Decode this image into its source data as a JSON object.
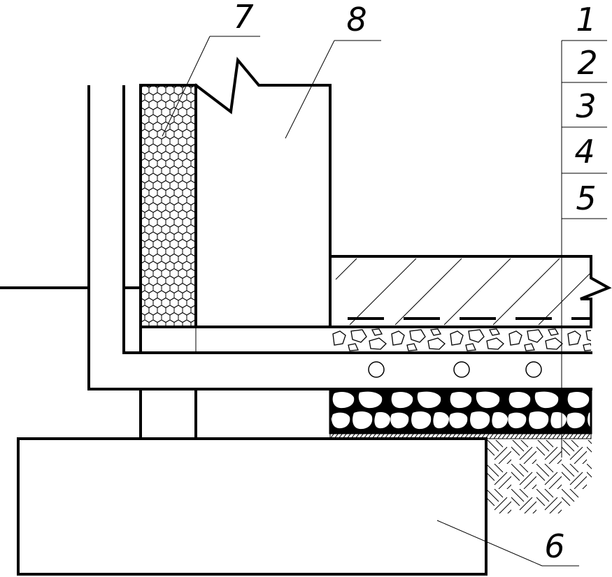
{
  "layer_labels": [
    "1",
    "2",
    "3",
    "4",
    "5"
  ],
  "callouts": {
    "foundation_block": "6",
    "insulation": "7",
    "wall": "8"
  }
}
